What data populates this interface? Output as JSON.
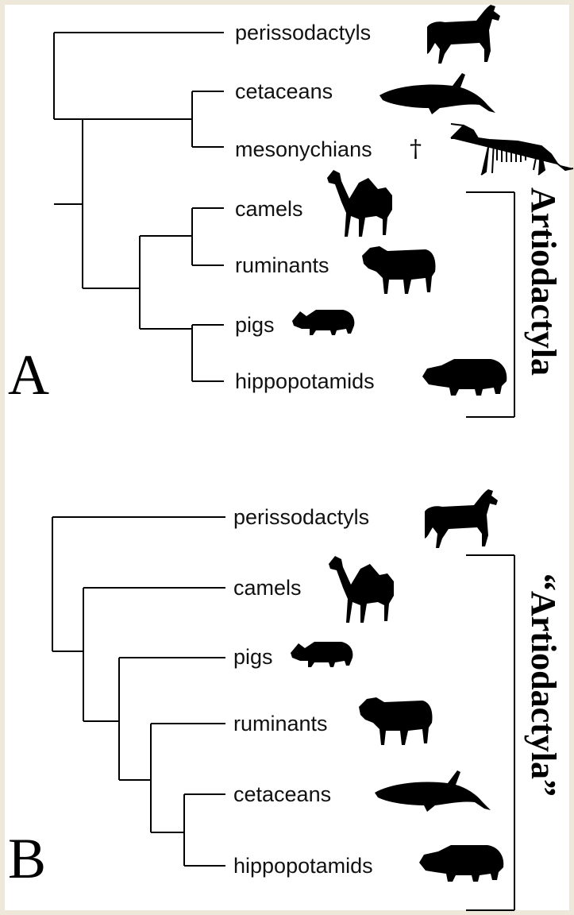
{
  "panels": [
    {
      "letter": "A",
      "group_label": "Artiodactyla",
      "taxa": [
        "perissodactyls",
        "cetaceans",
        "mesonychians",
        "camels",
        "ruminants",
        "pigs",
        "hippopotamids"
      ],
      "extinct_marker": "†"
    },
    {
      "letter": "B",
      "group_label": "“Artiodactyla”",
      "taxa": [
        "perissodactyls",
        "camels",
        "pigs",
        "ruminants",
        "cetaceans",
        "hippopotamids"
      ]
    }
  ],
  "icons": {
    "perissodactyls": "horse-icon",
    "cetaceans": "dolphin-icon",
    "mesonychians": "skeleton-icon",
    "camels": "camel-icon",
    "ruminants": "sheep-icon",
    "pigs": "pig-icon",
    "hippopotamids": "hippo-icon"
  },
  "colors": {
    "line": "#000000",
    "background": "#ffffff"
  }
}
